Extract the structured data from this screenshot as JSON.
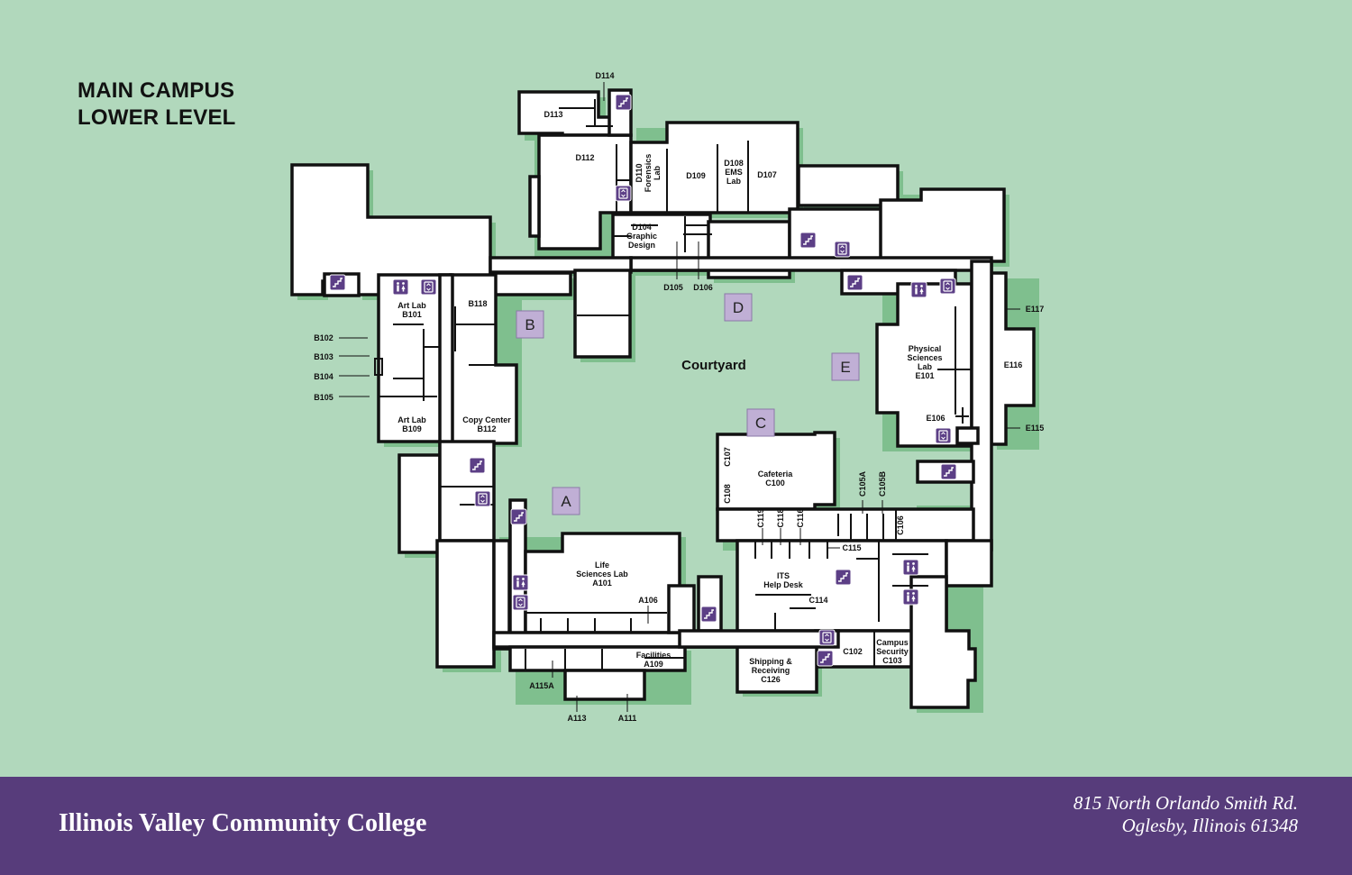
{
  "title": {
    "line1": "MAIN CAMPUS",
    "line2": "LOWER LEVEL"
  },
  "courtyard": "Courtyard",
  "buildings": [
    "A",
    "B",
    "C",
    "D",
    "E"
  ],
  "rooms": {
    "d114": "D114",
    "d113": "D113",
    "d112": "D112",
    "d110": [
      "D110",
      "Forensics",
      "Lab"
    ],
    "d109": "D109",
    "d108": [
      "D108",
      "EMS",
      "Lab"
    ],
    "d107": "D107",
    "d104": [
      "D104",
      "Graphic",
      "Design"
    ],
    "d105": "D105",
    "d106": "D106",
    "b101": [
      "Art Lab",
      "B101"
    ],
    "b118": "B118",
    "b102": "B102",
    "b103": "B103",
    "b104": "B104",
    "b105": "B105",
    "b109": [
      "Art Lab",
      "B109"
    ],
    "b112": [
      "Copy Center",
      "B112"
    ],
    "e117": "E117",
    "e101": [
      "Physical",
      "Sciences",
      "Lab",
      "E101"
    ],
    "e116": "E116",
    "e106": "E106",
    "e115": "E115",
    "c107": "C107",
    "c108": "C108",
    "c100": [
      "Cafeteria",
      "C100"
    ],
    "c105a": "C105A",
    "c105b": "C105B",
    "c106": "C106",
    "c119": "C119",
    "c118": "C118",
    "c116": "C116",
    "c115": "C115",
    "c114_help": [
      "ITS",
      "Help Desk"
    ],
    "c114": "C114",
    "c102": "C102",
    "c103": [
      "Campus",
      "Security",
      "C103"
    ],
    "c126": [
      "Shipping &",
      "Receiving",
      "C126"
    ],
    "a101": [
      "Life",
      "Sciences Lab",
      "A101"
    ],
    "a106": "A106",
    "a109": [
      "Facilities",
      "A109"
    ],
    "a115a": "A115A",
    "a113": "A113",
    "a111": "A111"
  },
  "icons": [
    "stairs-icon",
    "elevator-icon",
    "restroom-icon"
  ],
  "colors": {
    "background": "#b1d8bc",
    "shadow": "#7fbf8e",
    "footer": "#573c7b",
    "building_badge": "#c0afd5",
    "icon_fill": "#5c3f86"
  },
  "footer": {
    "name": "Illinois Valley Community College",
    "address_line1": "815 North Orlando Smith Rd.",
    "address_line2": "Oglesby, Illinois 61348"
  }
}
